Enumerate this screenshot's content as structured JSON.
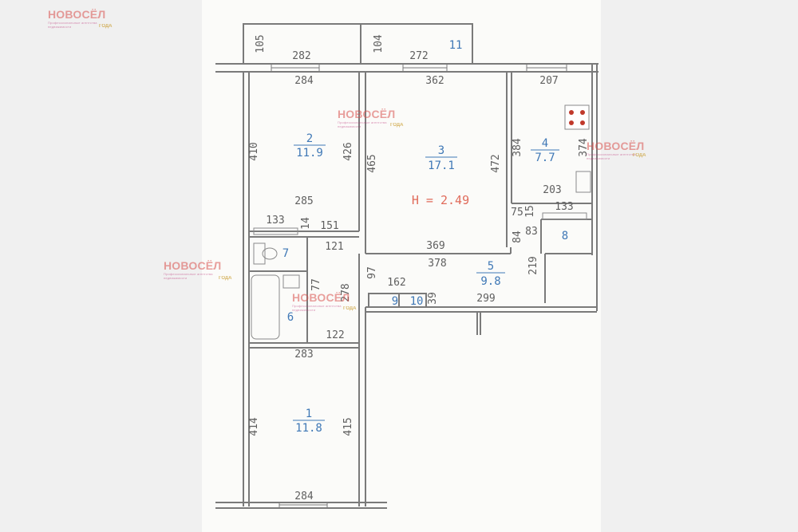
{
  "watermark": {
    "brand": "НОВОСЁЛ",
    "tagline": "Профессиональные агентства недвижимости",
    "badge": "ГОДА"
  },
  "plan": {
    "ceiling_height_label": "H = 2.49",
    "rooms": [
      {
        "id": "1",
        "area": "11.8"
      },
      {
        "id": "2",
        "area": "11.9"
      },
      {
        "id": "3",
        "area": "17.1"
      },
      {
        "id": "4",
        "area": "7.7"
      },
      {
        "id": "5",
        "area": "9.8"
      },
      {
        "id": "6"
      },
      {
        "id": "7"
      },
      {
        "id": "8"
      },
      {
        "id": "9"
      },
      {
        "id": "10"
      },
      {
        "id": "11"
      }
    ],
    "dimensions": [
      "105",
      "282",
      "104",
      "272",
      "284",
      "362",
      "207",
      "410",
      "426",
      "465",
      "472",
      "384",
      "374",
      "285",
      "203",
      "133",
      "14",
      "151",
      "75",
      "15",
      "133",
      "121",
      "369",
      "378",
      "84",
      "83",
      "219",
      "97",
      "162",
      "39",
      "299",
      "77",
      "278",
      "122",
      "283",
      "414",
      "415",
      "284"
    ]
  },
  "colors": {
    "wall": "#7a7a7a",
    "dimension": "#5f5f5f",
    "room_label": "#3f78b6",
    "height_label": "#e06b5b",
    "watermark": "#d9534f"
  }
}
